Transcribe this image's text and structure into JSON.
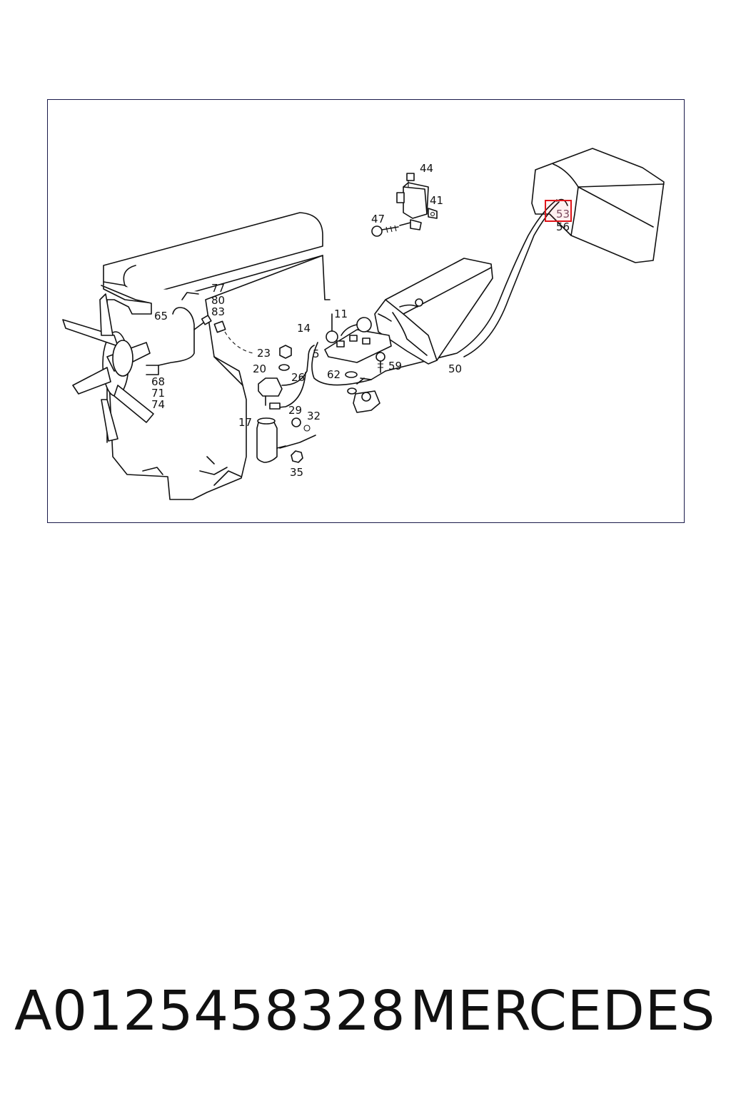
{
  "diagram": {
    "callouts": {
      "c44": "44",
      "c41": "41",
      "c47": "47",
      "c53": "53",
      "c56": "56",
      "c77": "77",
      "c80": "80",
      "c83": "83",
      "c65": "65",
      "c11": "11",
      "c14": "14",
      "c5": "5",
      "c23": "23",
      "c20": "20",
      "c26": "26",
      "c62": "62",
      "c59": "59",
      "c50": "50",
      "c68": "68",
      "c71": "71",
      "c74": "74",
      "c17": "17",
      "c29": "29",
      "c32": "32",
      "c35": "35"
    },
    "highlighted_callout": "53",
    "highlight_color": "#e0161b"
  },
  "footer": {
    "part_number": "A0125458328",
    "brand": "MERCEDES"
  }
}
